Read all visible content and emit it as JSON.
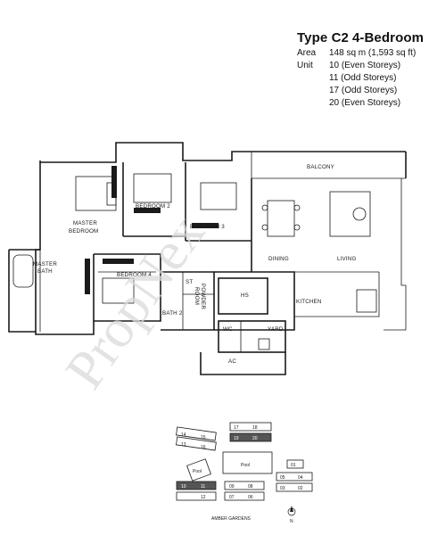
{
  "header": {
    "type_label": "Type C2",
    "bedroom_label": "4-Bedroom",
    "area_key": "Area",
    "area_value": "148 sq m (1,593 sq ft)",
    "unit_key": "Unit",
    "units": [
      "10 (Even Storeys)",
      "11 (Odd Storeys)",
      "17 (Odd Storeys)",
      "20 (Even Storeys)"
    ]
  },
  "rooms": {
    "balcony": "BALCONY",
    "master_bedroom_1": "MASTER",
    "master_bedroom_2": "BEDROOM",
    "bedroom2": "BEDROOM 2",
    "bedroom3": "BEDROOM 3",
    "dining": "DINING",
    "living": "LIVING",
    "master_bath_1": "MASTER",
    "master_bath_2": "BATH",
    "bedroom4": "BEDROOM 4",
    "st": "ST",
    "powder_room_1": "POWDER",
    "powder_room_2": "ROOM",
    "bath2": "BATH 2",
    "hs": "HS",
    "kitchen": "KITCHEN",
    "wc": "WC",
    "yard": "YARD",
    "ac": "AC"
  },
  "watermark": "PropNex",
  "site_plan": {
    "pool": "Pool",
    "pool_small": "Pool",
    "amber_gardens": "AMBER GARDENS",
    "north": "N",
    "block_numbers": [
      "14",
      "15",
      "13",
      "16",
      "17",
      "18",
      "19",
      "20",
      "10",
      "11",
      "12",
      "09",
      "08",
      "07",
      "06",
      "05",
      "04",
      "03",
      "02",
      "01"
    ]
  },
  "colors": {
    "wall": "#1a1a1a",
    "highlight_block": "#555555",
    "watermark": "#d9d9d9"
  }
}
